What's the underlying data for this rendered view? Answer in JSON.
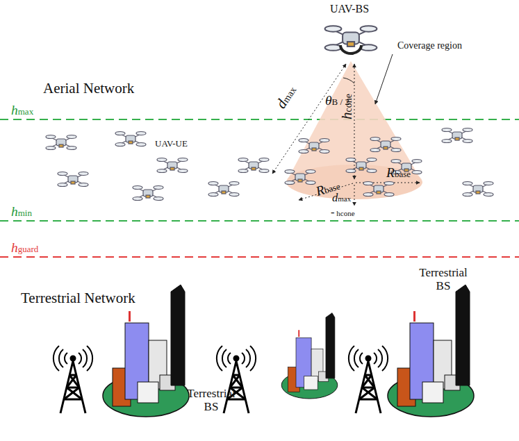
{
  "diagram": {
    "labels": [
      "UAV-BS",
      "Aerial Network",
      "Coverage region",
      "θB / 2",
      "hmax",
      "dmax",
      "hcone",
      "UAV-UE",
      "Rbase",
      "Rbase",
      "dmax",
      "- hcone",
      "hmin",
      "hguard",
      "Terrestrial Network",
      "Terrestrial BS",
      "Terrestrial BS"
    ]
  }
}
